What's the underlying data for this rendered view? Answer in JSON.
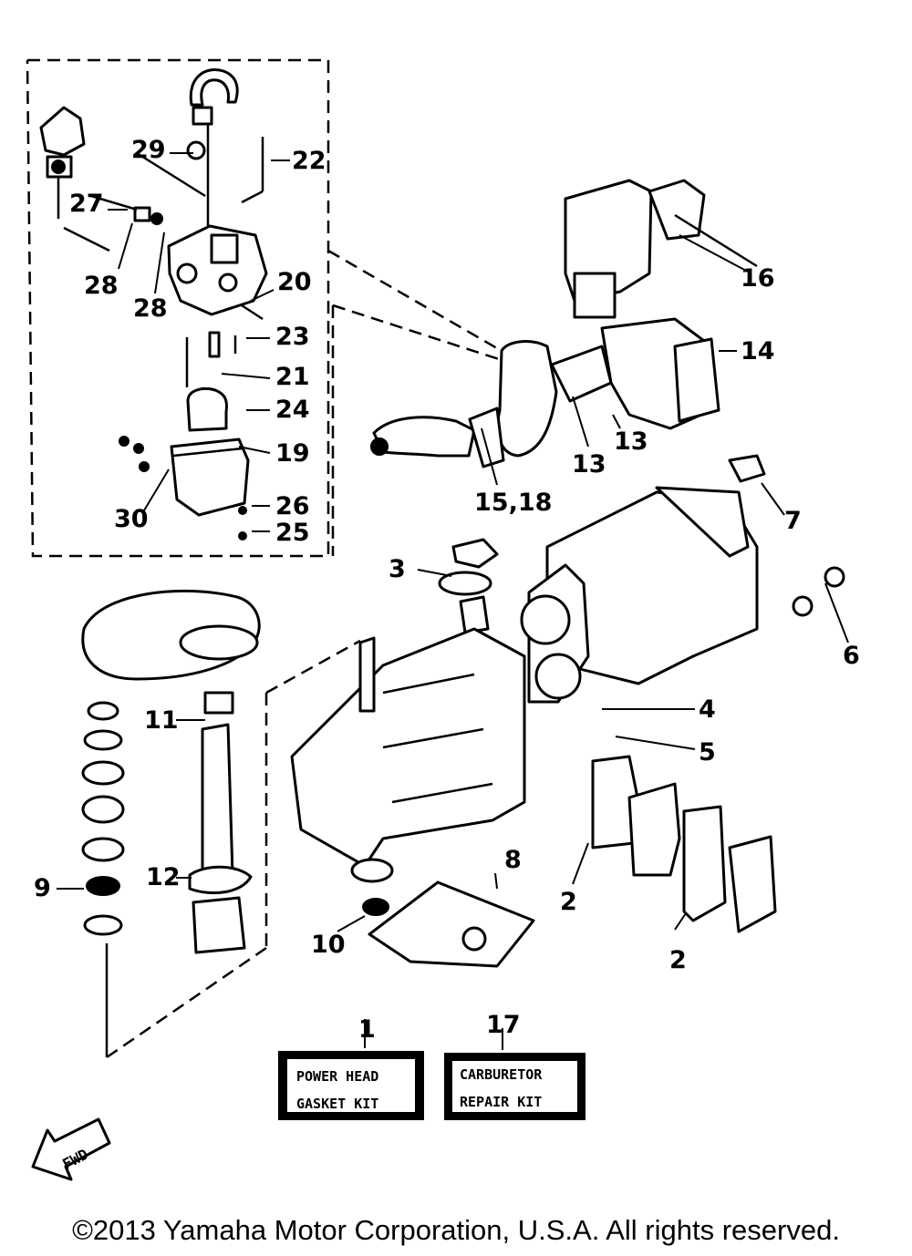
{
  "callouts": {
    "c1": "1",
    "c2a": "2",
    "c2b": "2",
    "c3": "3",
    "c4": "4",
    "c5": "5",
    "c6": "6",
    "c7": "7",
    "c8": "8",
    "c9": "9",
    "c10": "10",
    "c11": "11",
    "c12": "12",
    "c13a": "13",
    "c13b": "13",
    "c14": "14",
    "c15_18": "15,18",
    "c16": "16",
    "c17": "17",
    "c19": "19",
    "c20": "20",
    "c21": "21",
    "c22": "22",
    "c23": "23",
    "c24": "24",
    "c25": "25",
    "c26": "26",
    "c27": "27",
    "c28a": "28",
    "c28b": "28",
    "c29": "29",
    "c30": "30"
  },
  "kits": {
    "power_head_line1": "POWER HEAD",
    "power_head_line2": "GASKET KIT",
    "carburetor_line1": "CARBURETOR",
    "carburetor_line2": "REPAIR KIT"
  },
  "fwd_label": "FWD",
  "copyright": "©2013 Yamaha Motor Corporation, U.S.A. All rights reserved."
}
